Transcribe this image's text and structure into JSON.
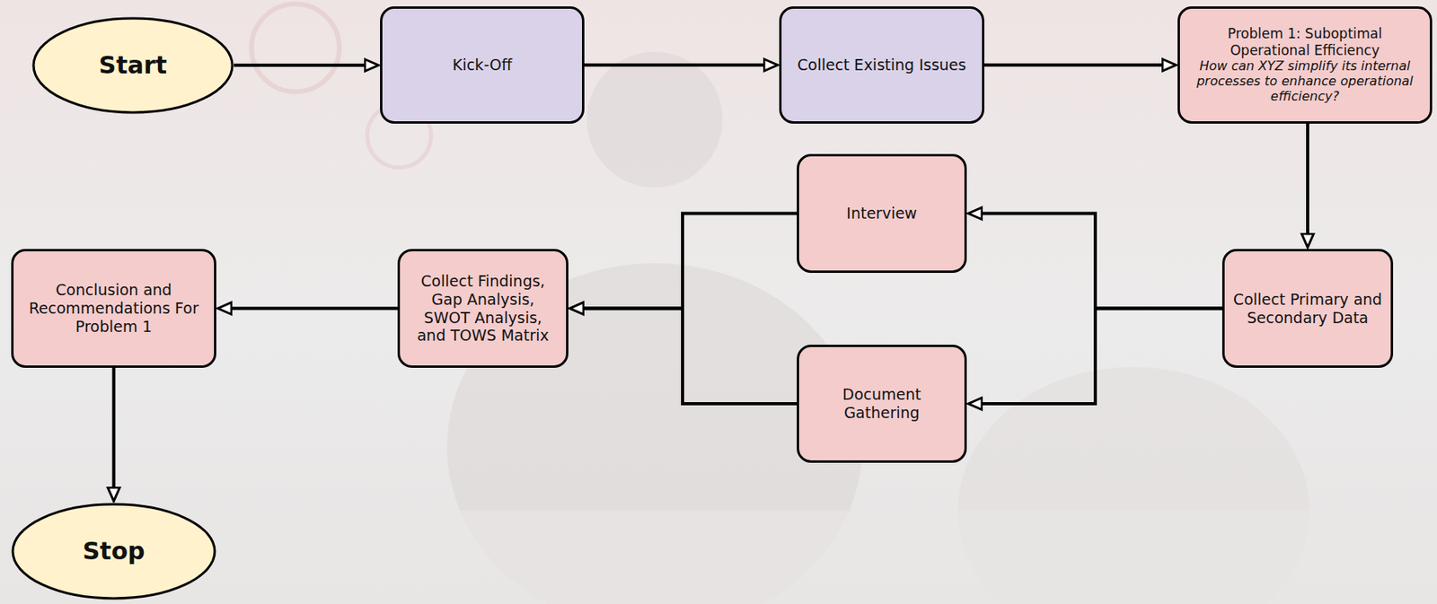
{
  "diagram": {
    "nodes": [
      {
        "text": [
          "Start"
        ]
      },
      {
        "text": [
          "Kick-Off"
        ]
      },
      {
        "text": [
          "Collect Existing Issues"
        ]
      },
      {
        "text": [
          "Problem 1: Suboptimal Operational Efficiency",
          "How can XYZ simplify its internal processes to enhance operational efficiency?"
        ]
      },
      {
        "text": [
          "Collect Primary and Secondary Data"
        ]
      },
      {
        "text": [
          "Interview"
        ]
      },
      {
        "text": [
          "Document Gathering"
        ]
      },
      {
        "text": [
          "Collect Findings, Gap Analysis, SWOT Analysis, and TOWS Matrix"
        ]
      },
      {
        "text": [
          "Conclusion and Recommendations For Problem 1"
        ]
      },
      {
        "text": [
          "Stop"
        ]
      }
    ],
    "edges": [
      {
        "from": 0,
        "to": 1,
        "arrow": "to"
      },
      {
        "from": 1,
        "to": 2,
        "arrow": "to"
      },
      {
        "from": 2,
        "to": 3,
        "arrow": "to"
      },
      {
        "from": 3,
        "to": 4,
        "arrow": "to"
      },
      {
        "from": 4,
        "to": 5,
        "arrow": "to"
      },
      {
        "from": 4,
        "to": 6,
        "arrow": "to"
      },
      {
        "from": 5,
        "to": 7,
        "arrow": "to"
      },
      {
        "from": 6,
        "to": 7,
        "arrow": "to"
      },
      {
        "from": 7,
        "to": 8,
        "arrow": "to"
      },
      {
        "from": 8,
        "to": 9,
        "arrow": "to"
      }
    ]
  }
}
